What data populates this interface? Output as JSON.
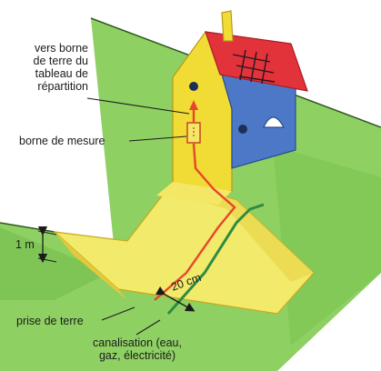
{
  "labels": {
    "vers_borne": [
      "vers borne",
      "de terre du",
      "tableau de",
      "répartition"
    ],
    "borne_mesure": "borne de mesure",
    "prise_terre": "prise de terre",
    "canalisation": [
      "canalisation (eau,",
      "gaz, électricité)"
    ],
    "depth": "1 m",
    "spacing": "20 cm"
  },
  "colors": {
    "lawn": "#8fd063",
    "lawn_dark": "#5cab3a",
    "trench": "#f2ea6a",
    "wall": "#f0dc35",
    "roof": "#e2323a",
    "side_wall": "#4d78c8",
    "earth_wire": "#e8452e",
    "pipe": "#2f8a43"
  }
}
